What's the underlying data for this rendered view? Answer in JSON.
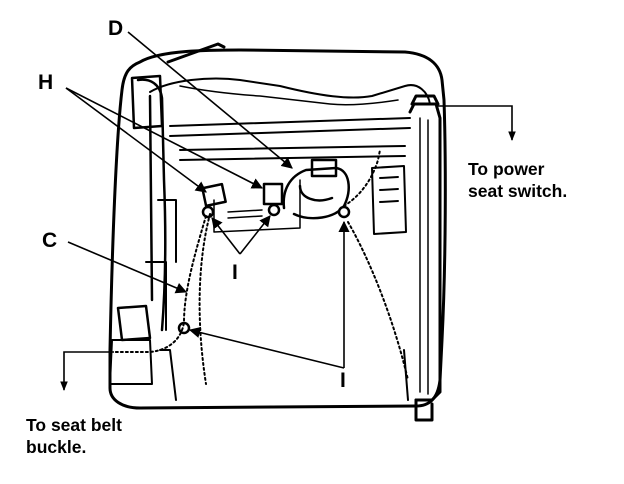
{
  "diagram": {
    "callouts": {
      "d": "D",
      "h": "H",
      "c": "C",
      "i_upper": "I",
      "i_lower": "I"
    },
    "notes": {
      "power_switch": [
        "To power",
        "seat switch."
      ],
      "seat_belt": [
        "To seat belt",
        "buckle."
      ]
    }
  },
  "colors": {
    "ink": "#000000",
    "paper": "#ffffff"
  }
}
